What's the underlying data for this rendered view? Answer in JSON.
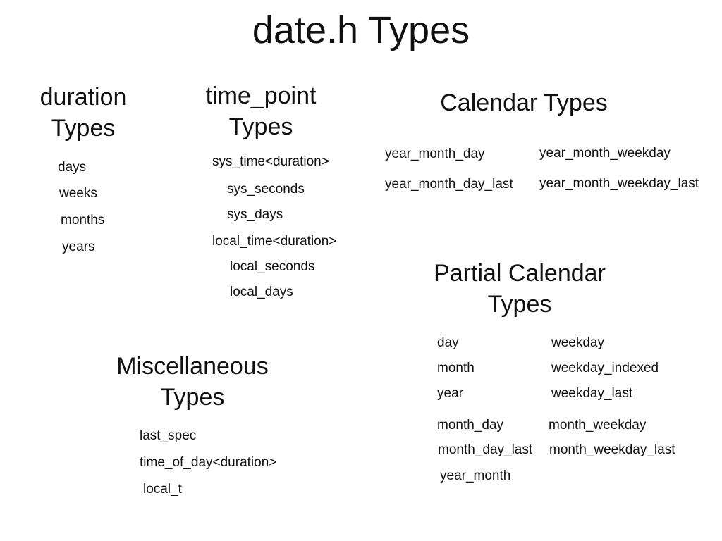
{
  "title": "date.h Types",
  "duration": {
    "heading_line1": "duration",
    "heading_line2": "Types",
    "items": [
      "days",
      "weeks",
      "months",
      "years"
    ]
  },
  "time_point": {
    "heading_line1": "time_point",
    "heading_line2": "Types",
    "items": [
      "sys_time<duration>",
      "sys_seconds",
      "sys_days",
      "local_time<duration>",
      "local_seconds",
      "local_days"
    ]
  },
  "calendar": {
    "heading": "Calendar Types",
    "items": [
      "year_month_day",
      "year_month_weekday",
      "year_month_day_last",
      "year_month_weekday_last"
    ]
  },
  "partial_calendar": {
    "heading_line1": "Partial Calendar",
    "heading_line2": "Types",
    "items": [
      "day",
      "weekday",
      "month",
      "weekday_indexed",
      "year",
      "weekday_last",
      "month_day",
      "month_weekday",
      "month_day_last",
      "month_weekday_last",
      "year_month"
    ]
  },
  "miscellaneous": {
    "heading_line1": "Miscellaneous",
    "heading_line2": "Types",
    "items": [
      "last_spec",
      "time_of_day<duration>",
      "local_t"
    ]
  }
}
